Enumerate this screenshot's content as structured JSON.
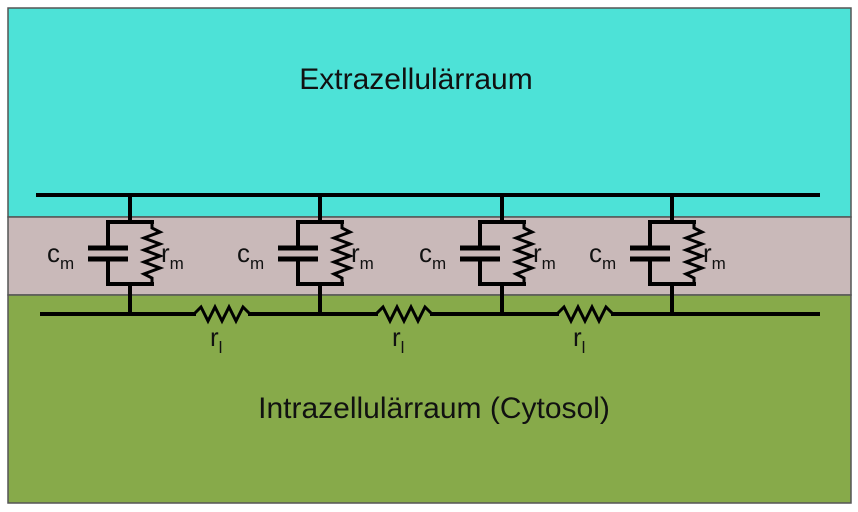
{
  "regions": {
    "extracellular": {
      "label": "Extrazellulärraum",
      "color": "#4de2d7"
    },
    "membrane": {
      "color": "#c9b9b9"
    },
    "intracellular": {
      "label": "Intrazellulärraum (Cytosol)",
      "color": "#87aa4a"
    }
  },
  "components": {
    "capacitance": {
      "symbol": "c",
      "subscript": "m"
    },
    "membrane_resistance": {
      "symbol": "r",
      "subscript": "m"
    },
    "longitudinal_resistance": {
      "symbol": "r",
      "subscript": "l"
    }
  },
  "circuit": {
    "membrane_units": 4,
    "longitudinal_resistors": 3
  },
  "colors": {
    "wire": "#000000",
    "border": "#555555"
  }
}
